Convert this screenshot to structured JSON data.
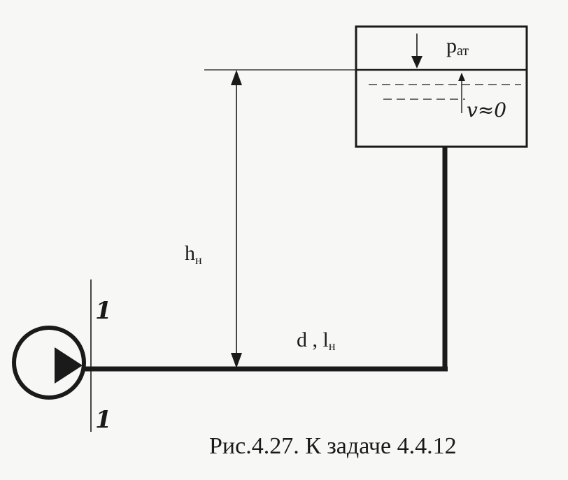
{
  "labels": {
    "p_main": "p",
    "p_sub": "ат",
    "h_main": "h",
    "h_sub": "н",
    "v": "v≈0",
    "d_l_main": "d , l",
    "d_l_sub": "н",
    "section_top": "1",
    "section_bottom": "1"
  },
  "caption": "Рис.4.27. К задаче 4.4.12",
  "colors": {
    "ink": "#1a1a1a",
    "paper": "#f7f7f5"
  },
  "icons": {
    "pump": "pump-circle-with-triangle-icon"
  }
}
